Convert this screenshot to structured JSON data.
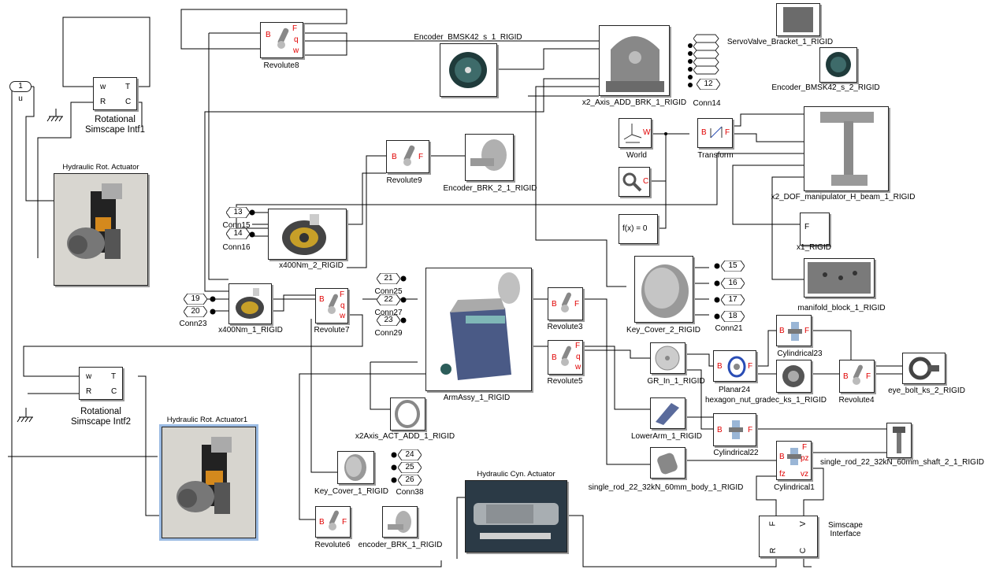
{
  "diagram": {
    "inport": {
      "number": "1",
      "label": "u"
    },
    "rsi1": {
      "title": "Rotational\nSimscape Intf1",
      "port_w": "w",
      "port_t": "T",
      "port_r": "R",
      "port_c": "C"
    },
    "rsi2": {
      "title": "Rotational\nSimscape Intf2",
      "port_w": "w",
      "port_t": "T",
      "port_r": "R",
      "port_c": "C"
    },
    "hra": {
      "title": "Hydraulic Rot. Actuator"
    },
    "hra1": {
      "title": "Hydraulic Rot. Actuator1"
    },
    "hca": {
      "title": "Hydraulic Cyn. Actuator"
    },
    "simscape_interface": {
      "label": "Simscape\nInterface",
      "port_f": "F",
      "port_v": "V",
      "port_r": "R",
      "port_c": "C"
    },
    "revolutes": [
      {
        "id": "revolute8",
        "label": "Revolute8"
      },
      {
        "id": "revolute9",
        "label": "Revolute9"
      },
      {
        "id": "revolute7",
        "label": "Revolute7"
      },
      {
        "id": "revolute3",
        "label": "Revolute3"
      },
      {
        "id": "revolute5",
        "label": "Revolute5"
      },
      {
        "id": "revolute6",
        "label": "Revolute6"
      },
      {
        "id": "revolute4",
        "label": "Revolute4"
      }
    ],
    "port_letters": {
      "b": "B",
      "f": "F",
      "q": "q",
      "w": "w",
      "fz": "fz",
      "pz": "pz",
      "vz": "vz"
    },
    "parts": [
      {
        "id": "encoder1",
        "label": "Encoder_BMSK42_s_1_RIGID"
      },
      {
        "id": "x2axisbrk",
        "label": "x2_Axis_ADD_BRK_1_RIGID"
      },
      {
        "id": "servobracket",
        "label": "ServoValve_Bracket_1_RIGID"
      },
      {
        "id": "encoder2",
        "label": "Encoder_BMSK42_s_2_RIGID"
      },
      {
        "id": "hbeam",
        "label": "x2_DOF_manipulator_H_beam_1_RIGID"
      },
      {
        "id": "encbrk2",
        "label": "Encoder_BRK_2_1_RIGID"
      },
      {
        "id": "x400nm2",
        "label": "x400Nm_2_RIGID"
      },
      {
        "id": "x400nm1",
        "label": "x400Nm_1_RIGID"
      },
      {
        "id": "armassy",
        "label": "ArmAssy_1_RIGID"
      },
      {
        "id": "keycover2",
        "label": "Key_Cover_2_RIGID"
      },
      {
        "id": "x1",
        "label": "x1_RIGID",
        "port": "F"
      },
      {
        "id": "manifold",
        "label": "manifold_block_1_RIGID"
      },
      {
        "id": "grin",
        "label": "GR_In_1_RIGID"
      },
      {
        "id": "hexnut",
        "label": "hexagon_nut_gradec_ks_1_RIGID"
      },
      {
        "id": "eyebolt",
        "label": "eye_bolt_ks_2_RIGID"
      },
      {
        "id": "lowerarm",
        "label": "LowerArm_1_RIGID"
      },
      {
        "id": "x2axisact",
        "label": "x2Axis_ACT_ADD_1_RIGID"
      },
      {
        "id": "rodbody",
        "label": "single_rod_22_32kN_60mm_body_1_RIGID"
      },
      {
        "id": "rodshaft",
        "label": "single_rod_22_32kN_60mm_shaft_2_1_RIGID"
      },
      {
        "id": "keycover1",
        "label": "Key_Cover_1_RIGID"
      },
      {
        "id": "encbrk1",
        "label": "encoder_BRK_1_RIGID"
      }
    ],
    "joints": {
      "planar24": "Planar24",
      "cylindrical23": "Cylindrical23",
      "cylindrical22": "Cylindrical22",
      "cylindrical1": "Cylindrical1"
    },
    "world": {
      "label": "World",
      "port": "W"
    },
    "transform": {
      "label": "Transform",
      "port_b": "B",
      "port_f": "F"
    },
    "solver": {
      "port": "C"
    },
    "constraint": {
      "text": "f(x) = 0"
    },
    "conn_tags": [
      {
        "num": "12",
        "label": "Conn14"
      },
      {
        "num": "13",
        "label": "Conn15"
      },
      {
        "num": "14",
        "label": "Conn16"
      },
      {
        "num": "19",
        "label": ""
      },
      {
        "num": "20",
        "label": "Conn23"
      },
      {
        "num": "21",
        "label": "Conn25"
      },
      {
        "num": "22",
        "label": "Conn27"
      },
      {
        "num": "23",
        "label": "Conn29"
      },
      {
        "num": "15",
        "label": ""
      },
      {
        "num": "16",
        "label": ""
      },
      {
        "num": "17",
        "label": ""
      },
      {
        "num": "18",
        "label": "Conn21"
      },
      {
        "num": "24",
        "label": ""
      },
      {
        "num": "25",
        "label": ""
      },
      {
        "num": "26",
        "label": "Conn38"
      }
    ]
  }
}
